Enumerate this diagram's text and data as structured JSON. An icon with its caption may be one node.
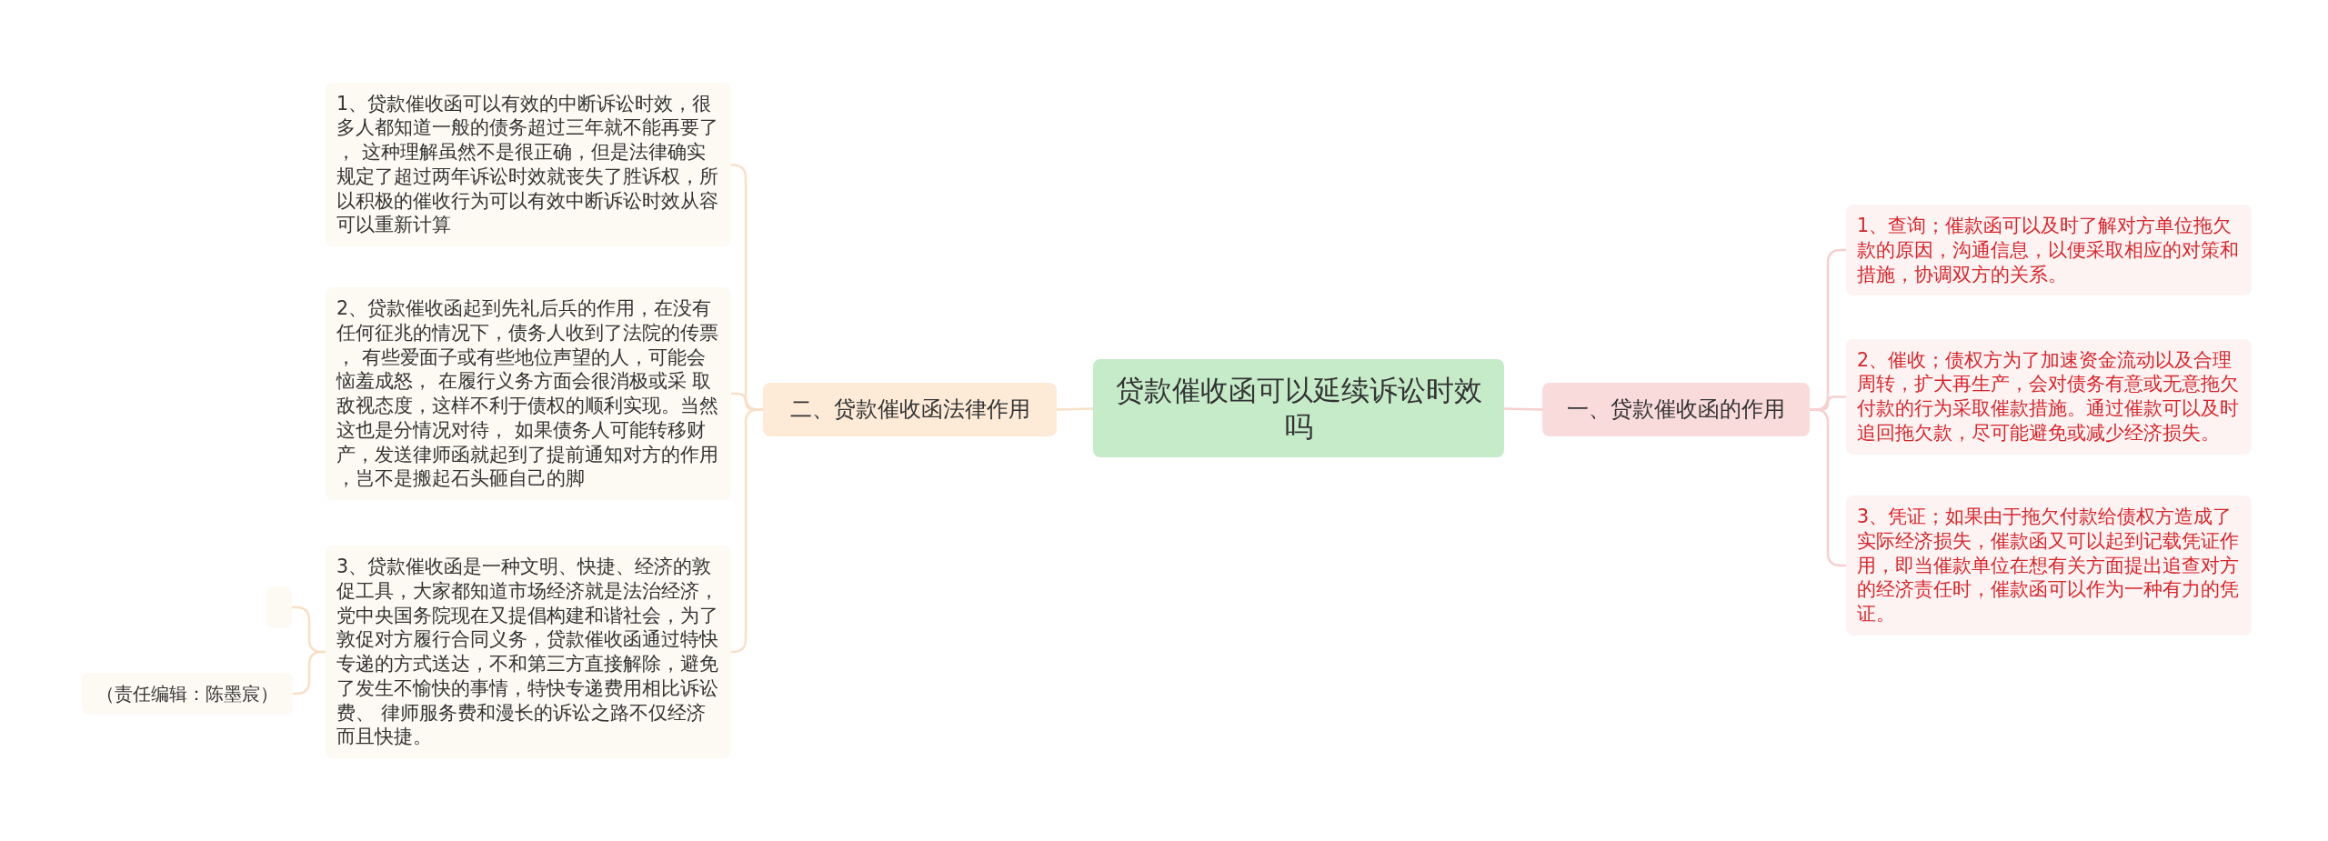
{
  "diagram": {
    "nodes": [
      {
        "text": [
          "贷款催收函可以延续诉讼时效吗"
        ]
      },
      {
        "text": [
          "一、贷款催收函的作用"
        ]
      },
      {
        "text": [
          "1、查询；催款函可以及时了解对方单位拖欠款的原因，沟通信息，以便采取相应的对策和措施，协调双方的关系。"
        ]
      },
      {
        "text": [
          "2、催收；债权方为了加速资金流动以及合理周转，扩大再生产，会对债务有意或无意拖欠付款的行为采取催款措施。通过催款可以及时追回拖欠款，尽可能避免或减少经济损失。"
        ]
      },
      {
        "text": [
          "3、凭证；如果由于拖欠付款给债权方造成了实际经济损失，催款函又可以起到记载凭证作用，即当催款单位在想有关方面提出追查对方的经济责任时，催款函可以作为一种有力的凭证。"
        ]
      },
      {
        "text": [
          "二、贷款催收函法律作用"
        ]
      },
      {
        "text": [
          "1、贷款催收函可以有效的中断诉讼时效，很多人都知道一般的债务超过三年就不能再要了， 这种理解虽然不是很正确，但是法律确实规定了超过两年诉讼时效就丧失了胜诉权，所以积极的催收行为可以有效中断诉讼时效从容可以重新计算"
        ]
      },
      {
        "text": [
          "2、贷款催收函起到先礼后兵的作用，在没有任何征兆的情况下，债务人收到了法院的传票， 有些爱面子或有些地位声望的人，可能会恼羞成怒， 在履行义务方面会很消极或采 取敌视态度，这样不利于债权的顺利实现。当然这也是分情况对待， 如果债务人可能转移财产，发送律师函就起到了提前通知对方的作用，岂不是搬起石头砸自己的脚"
        ]
      },
      {
        "text": [
          "3、贷款催收函是一种文明、快捷、经济的敦促工具，大家都知道市场经济就是法治经济，党中央国务院现在又提倡构建和谐社会，为了敦促对方履行合同义务，贷款催收函通过特快专递的方式送达，不和第三方直接解除，避免了发生不愉快的事情，特快专递费用相比诉讼费、 律师服务费和漫长的诉讼之路不仅经济而且快捷。"
        ]
      },
      {
        "text": [],
        "shape": "box"
      },
      {
        "text": [
          "（责任编辑：陈墨宸）"
        ]
      }
    ],
    "edges": [
      {
        "from": 0,
        "to": 1,
        "arrow": "none",
        "color": "#f7cfd1"
      },
      {
        "from": 1,
        "to": 2,
        "arrow": "none",
        "color": "#f7cfd1"
      },
      {
        "from": 1,
        "to": 3,
        "arrow": "none",
        "color": "#f7cfd1"
      },
      {
        "from": 1,
        "to": 4,
        "arrow": "none",
        "color": "#f7cfd1"
      },
      {
        "from": 0,
        "to": 5,
        "arrow": "none"
      },
      {
        "from": 5,
        "to": 6,
        "arrow": "none"
      },
      {
        "from": 5,
        "to": 7,
        "arrow": "none"
      },
      {
        "from": 5,
        "to": 8,
        "arrow": "none"
      },
      {
        "from": 8,
        "to": 9,
        "arrow": "none"
      },
      {
        "from": 8,
        "to": 10,
        "arrow": "none"
      }
    ]
  }
}
